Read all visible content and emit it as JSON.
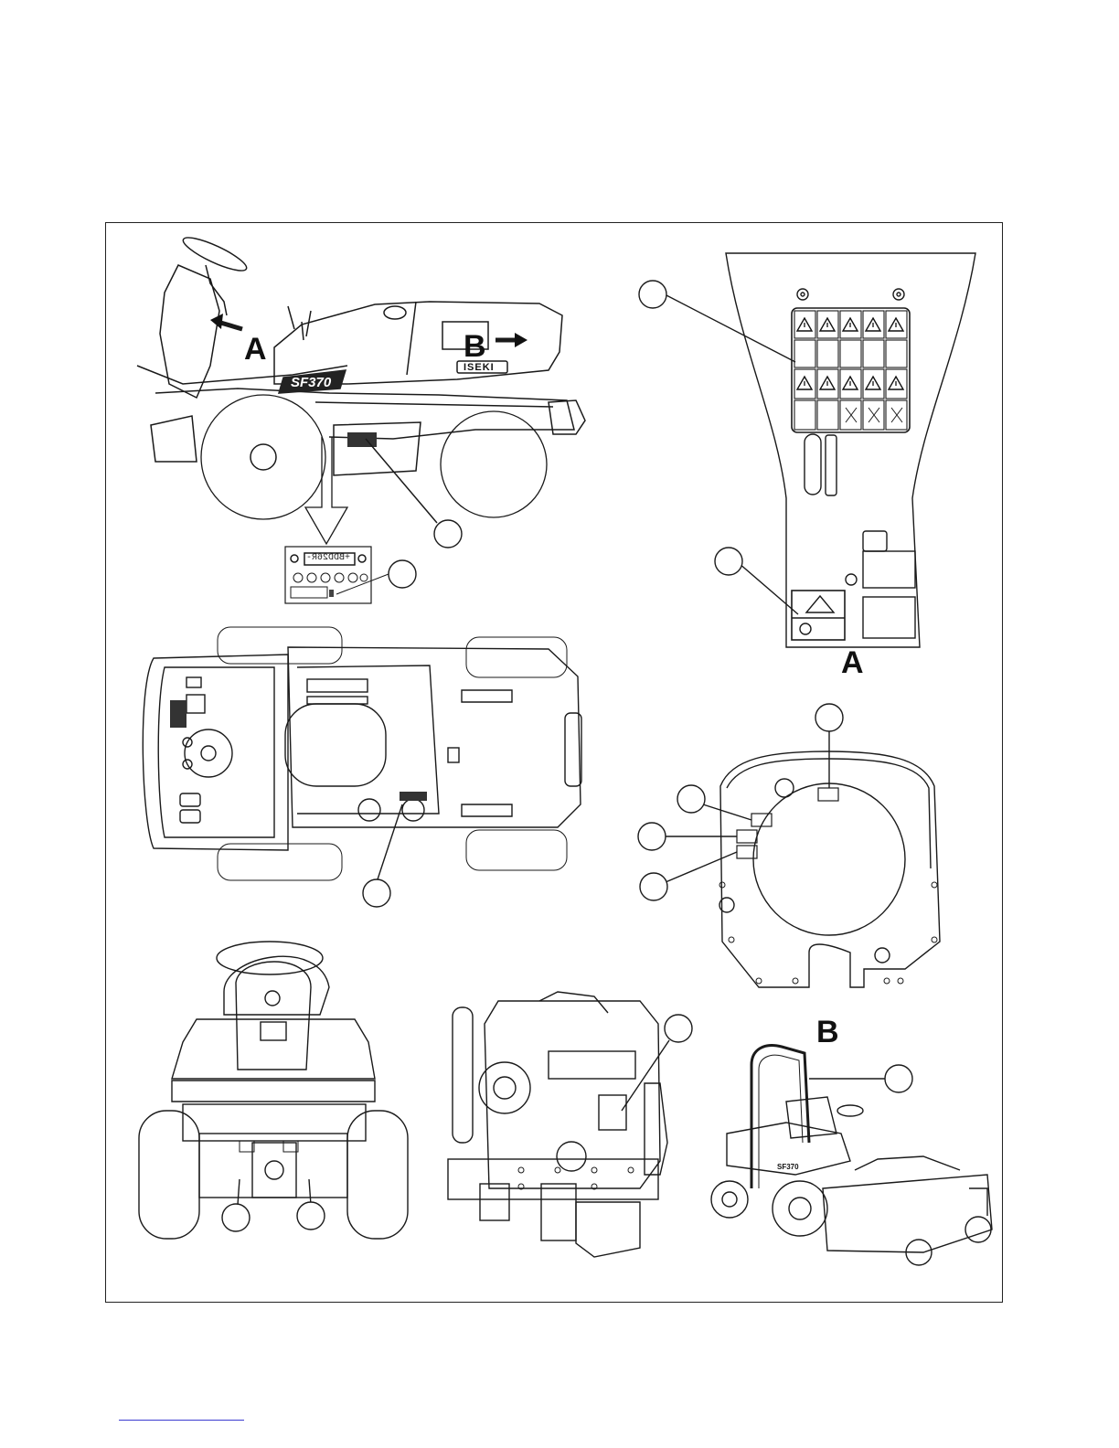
{
  "labels": {
    "view_a_arrow": "A",
    "view_b_arrow": "B",
    "panel_a": "A",
    "panel_b": "B"
  },
  "machine": {
    "model": "SF370",
    "brand": "ISEKI",
    "serial_plate": "+BDD26R-",
    "front_model": "SF370"
  },
  "colors": {
    "line": "#1a1a1a",
    "frame": "#222222",
    "footer_rule": "#3a3ad0"
  }
}
